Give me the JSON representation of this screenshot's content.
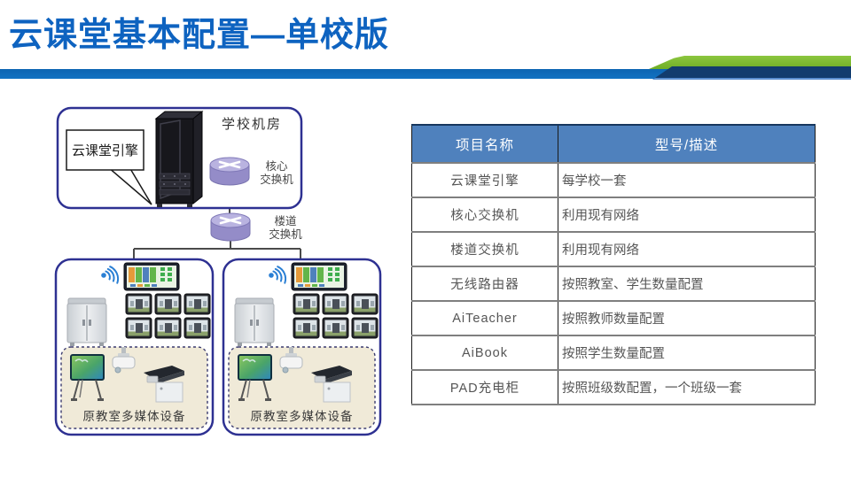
{
  "header": {
    "title": "云课堂基本配置—单校版",
    "title_color": "#0e63c0",
    "underline_bar_color": "#0d65b2",
    "accent_green_color": "#7ab82e",
    "accent_navy_color": "#123c6e"
  },
  "diagram": {
    "server_room_label": "学校机房",
    "engine_callout_label": "云课堂引擎",
    "core_switch": {
      "line1": "核心",
      "line2": "交换机"
    },
    "floor_switch": {
      "line1": "楼道",
      "line2": "交换机"
    },
    "classrooms": [
      {
        "legacy_label": "原教室多媒体设备"
      },
      {
        "legacy_label": "原教室多媒体设备"
      }
    ],
    "icon_colors": {
      "box_border": "#2e3192",
      "switch_purple": "#948cc8",
      "wifi_blue": "#2a7fd4",
      "legacy_zone_fill": "#f0ead8"
    }
  },
  "table": {
    "header_bg": "#4f81bd",
    "headers": [
      "项目名称",
      "型号/描述"
    ],
    "rows": [
      {
        "name": "云课堂引擎",
        "desc": "每学校一套"
      },
      {
        "name": "核心交换机",
        "desc": "利用现有网络"
      },
      {
        "name": "楼道交换机",
        "desc": "利用现有网络"
      },
      {
        "name": "无线路由器",
        "desc": "按照教室、学生数量配置"
      },
      {
        "name": "AiTeacher",
        "desc": "按照教师数量配置"
      },
      {
        "name": "AiBook",
        "desc": "按照学生数量配置"
      },
      {
        "name": "PAD充电柜",
        "desc": "按照班级数配置，一个班级一套"
      }
    ]
  }
}
